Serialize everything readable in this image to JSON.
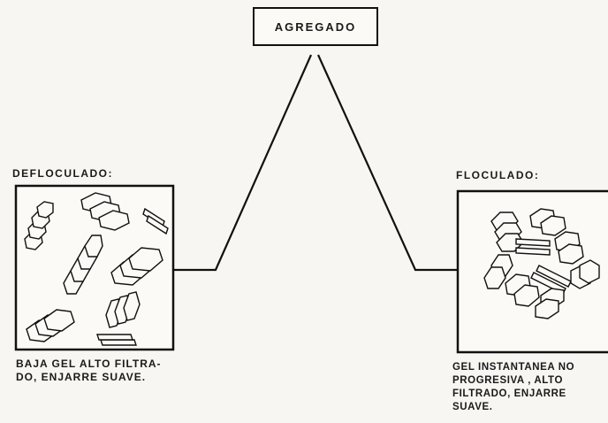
{
  "top": {
    "label": "AGREGADO"
  },
  "left": {
    "heading": "DEFLOCULADO:",
    "caption_lines": [
      "BAJA GEL ALTO FILTRA-",
      "DO, ENJARRE SUAVE."
    ]
  },
  "right": {
    "heading": "FLOCULADO:",
    "caption_lines": [
      "GEL INSTANTANEA NO",
      "PROGRESIVA , ALTO",
      "FILTRADO, ENJARRE",
      "SUAVE."
    ]
  },
  "colors": {
    "ink": "#111111",
    "paper": "#f7f6f2"
  }
}
